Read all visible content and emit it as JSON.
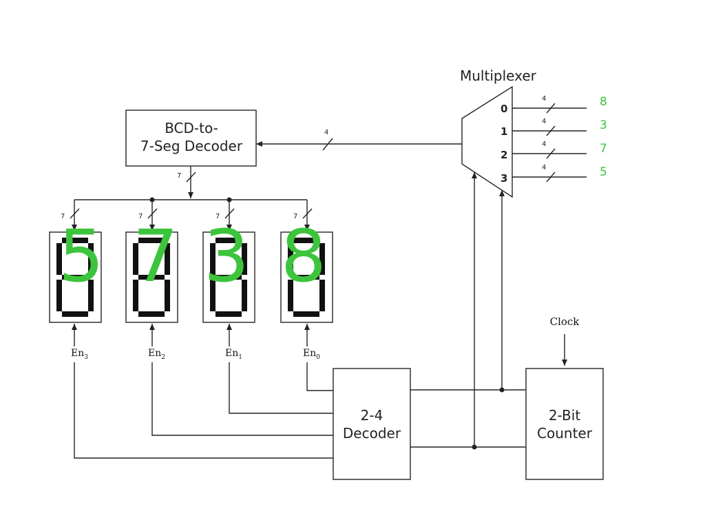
{
  "title": "Multiplexer",
  "decoder_bcd": {
    "line1": "BCD-to-",
    "line2": "7-Seg Decoder"
  },
  "decoder_24": {
    "line1": "2-4",
    "line2": "Decoder"
  },
  "counter": {
    "line1": "2-Bit",
    "line2": "Counter"
  },
  "clock_label": "Clock",
  "bus_width_mux_out": "4",
  "bus_width_7seg": "7",
  "mux_inputs": [
    {
      "index": "0",
      "width": "4",
      "value": "8"
    },
    {
      "index": "1",
      "width": "4",
      "value": "3"
    },
    {
      "index": "2",
      "width": "4",
      "value": "7"
    },
    {
      "index": "3",
      "width": "4",
      "value": "5"
    }
  ],
  "displays": [
    {
      "digit": "5",
      "enable_base": "En",
      "enable_sub": "3",
      "bus_width": "7"
    },
    {
      "digit": "7",
      "enable_base": "En",
      "enable_sub": "2",
      "bus_width": "7"
    },
    {
      "digit": "3",
      "enable_base": "En",
      "enable_sub": "1",
      "bus_width": "7"
    },
    {
      "digit": "8",
      "enable_base": "En",
      "enable_sub": "0",
      "bus_width": "7"
    }
  ],
  "colors": {
    "digit": "#3cc43c",
    "line": "#222222"
  }
}
